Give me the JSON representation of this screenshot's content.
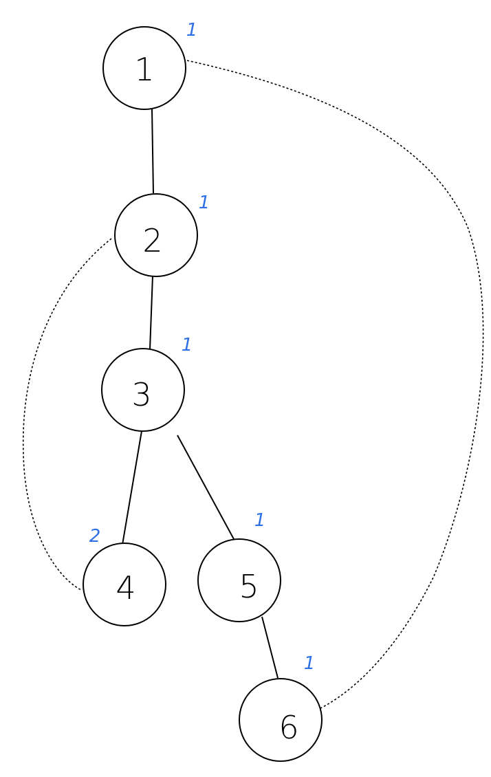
{
  "nodes": [
    {
      "id": "1",
      "label": "1",
      "annotation": "1"
    },
    {
      "id": "2",
      "label": "2",
      "annotation": "1"
    },
    {
      "id": "3",
      "label": "3",
      "annotation": "1"
    },
    {
      "id": "4",
      "label": "4",
      "annotation": "2"
    },
    {
      "id": "5",
      "label": "5",
      "annotation": "1"
    },
    {
      "id": "6",
      "label": "6",
      "annotation": "1"
    }
  ],
  "tree_edges": [
    {
      "from": "1",
      "to": "2"
    },
    {
      "from": "2",
      "to": "3"
    },
    {
      "from": "3",
      "to": "4"
    },
    {
      "from": "3",
      "to": "5"
    },
    {
      "from": "5",
      "to": "6"
    }
  ],
  "back_edges": [
    {
      "from": "4",
      "to": "2"
    },
    {
      "from": "6",
      "to": "1"
    }
  ],
  "colors": {
    "node_stroke": "#000000",
    "annotation": "#2f6fe8",
    "background": "#ffffff"
  }
}
